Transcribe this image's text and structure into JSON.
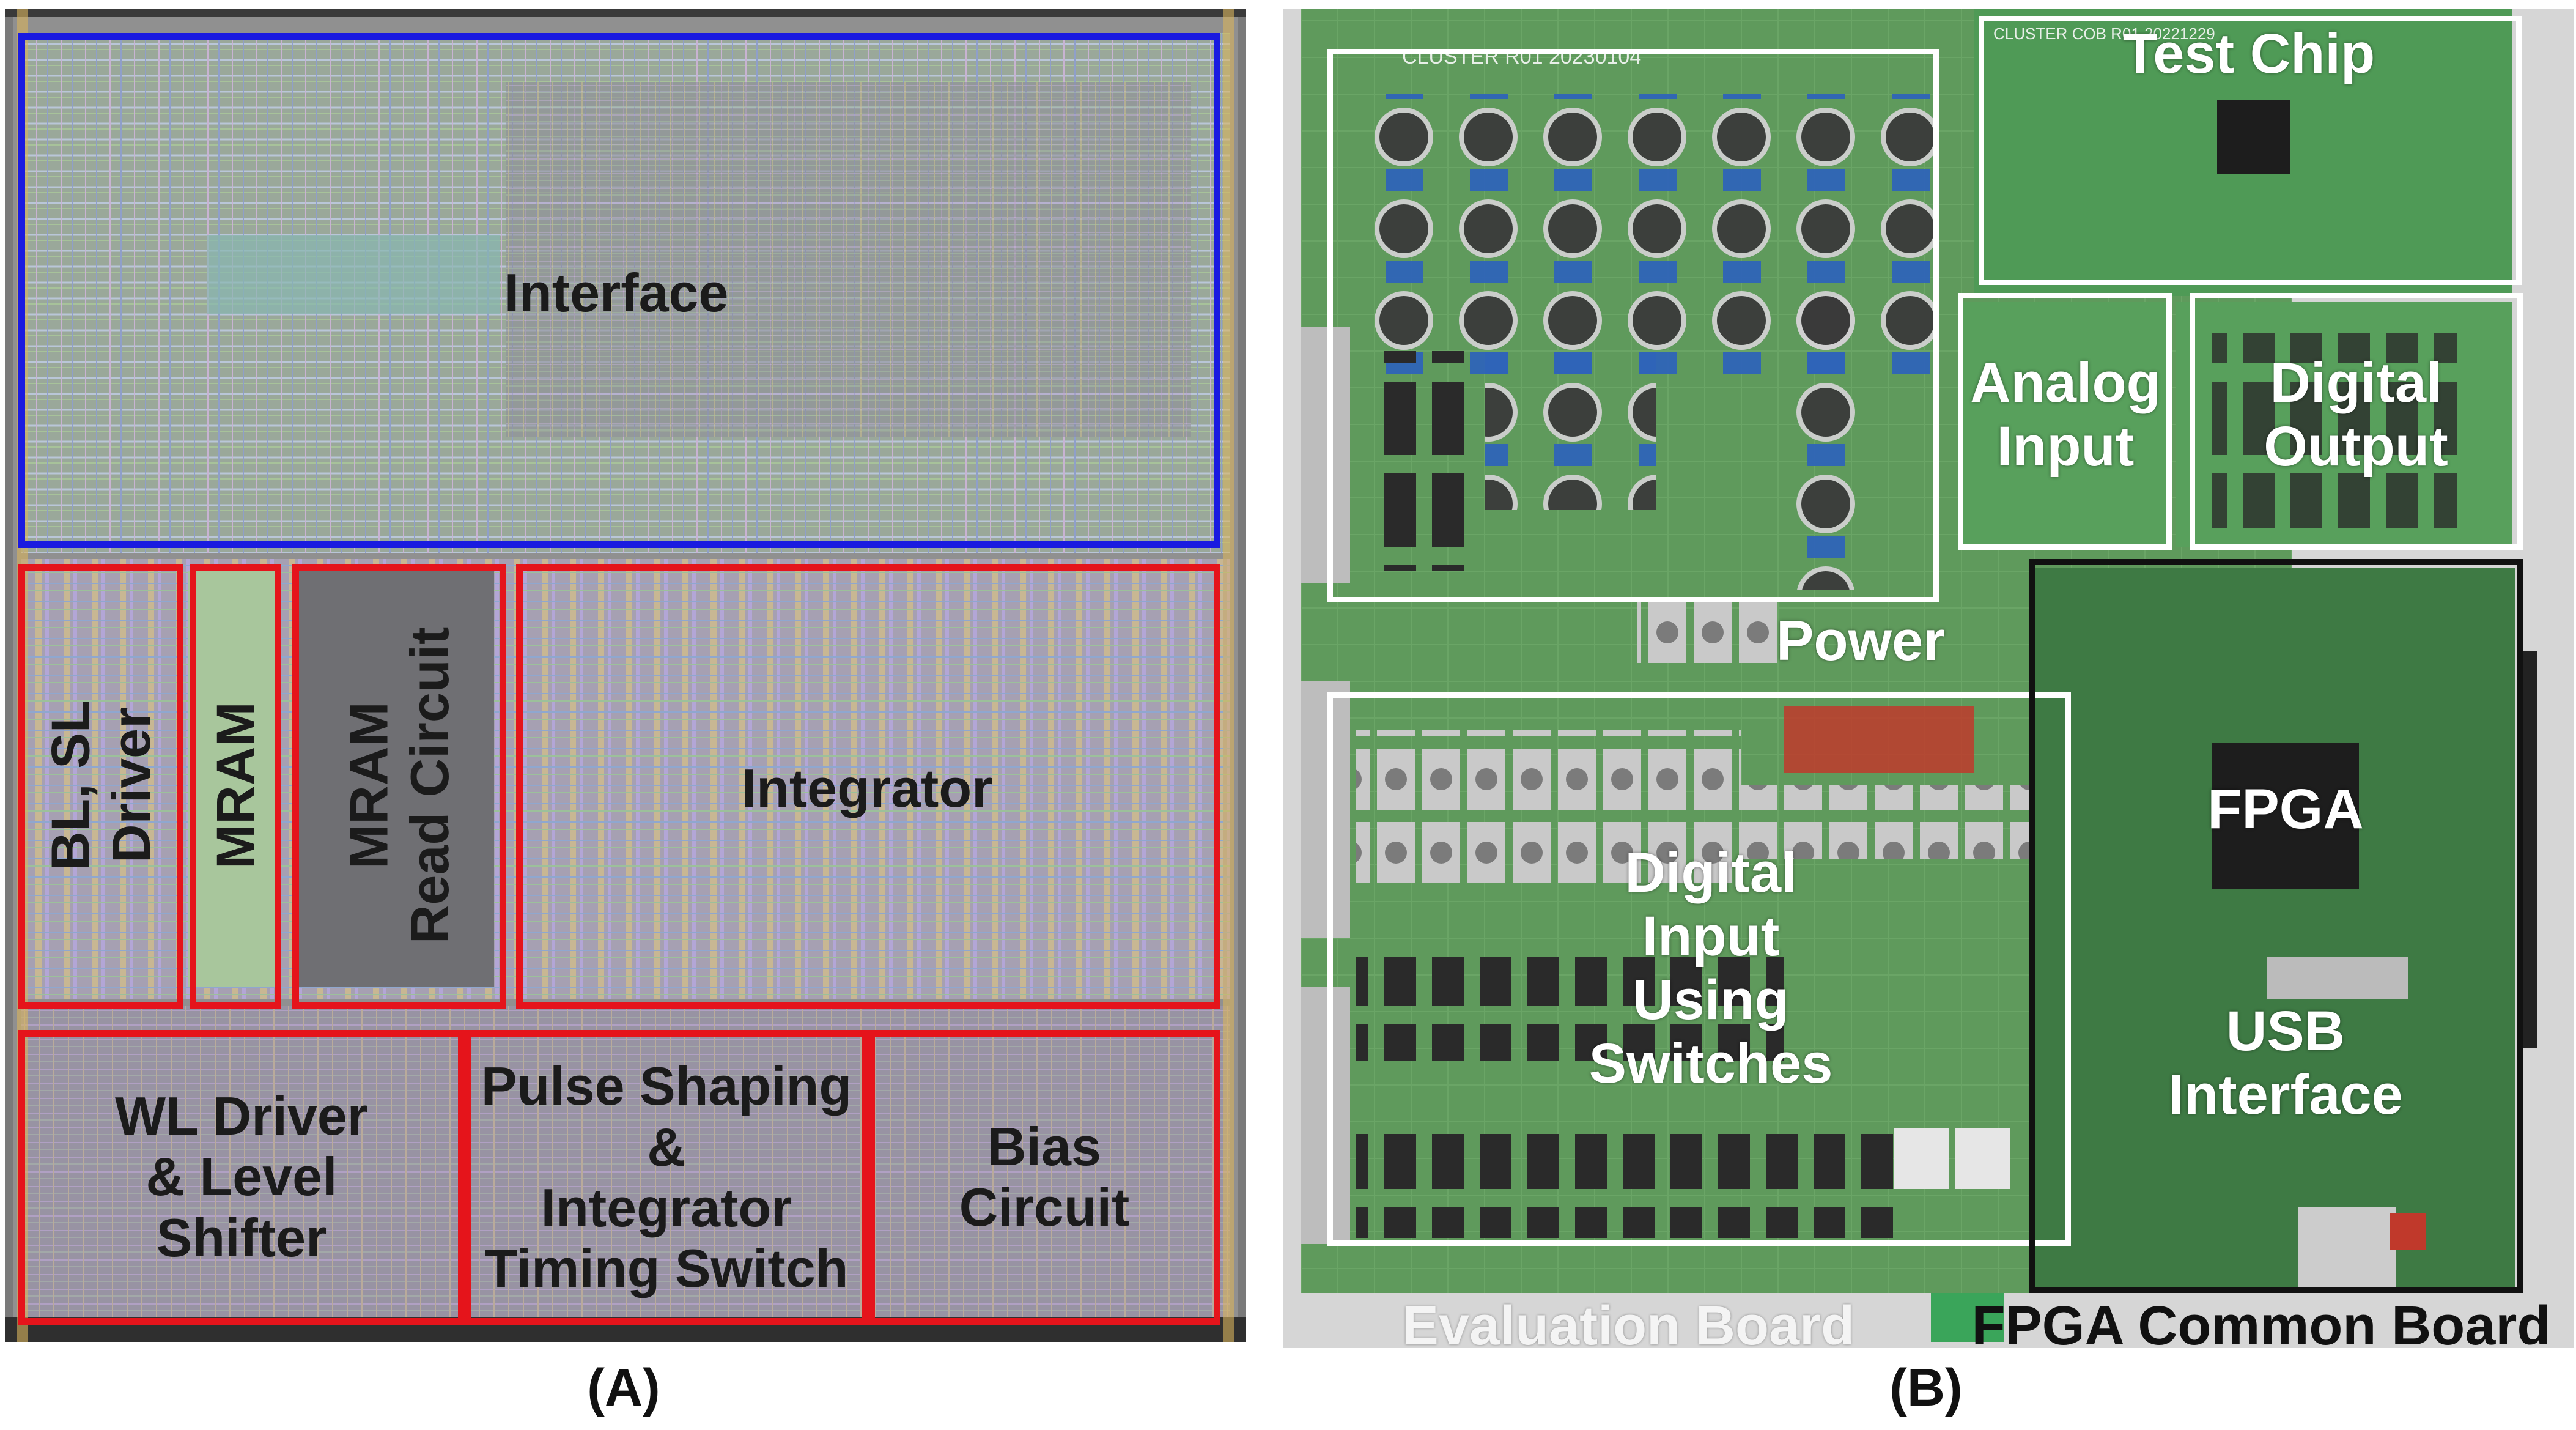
{
  "panel_a": {
    "caption": "(A)",
    "regions": {
      "interface": "Interface",
      "bl_sl_driver": "BL, SL\nDriver",
      "mram": "MRAM",
      "mram_read_circuit": "MRAM\nRead Circuit",
      "integrator": "Integrator",
      "wl_driver": "WL Driver\n& Level\nShifter",
      "pulse_shaping": "Pulse Shaping\n&\nIntegrator\nTiming Switch",
      "bias_circuit": "Bias\nCircuit"
    },
    "colors": {
      "highlight_blue": "#1a1ae0",
      "highlight_red": "#e5141b"
    }
  },
  "panel_b": {
    "caption": "(B)",
    "board_texts": {
      "cluster_label": "CLUSTER R01 20230104",
      "cob_label": "CLUSTER COB R01 20221229"
    },
    "regions": {
      "test_chip": "Test Chip",
      "analog_input": "Analog\nInput",
      "digital_output": "Digital\nOutput",
      "power": "Power",
      "digital_input": "Digital\nInput\nUsing\nSwitches",
      "fpga": "FPGA",
      "usb_interface": "USB\nInterface",
      "evaluation_board": "Evaluation Board",
      "fpga_common_board": "FPGA Common Board"
    },
    "colors": {
      "pcb_green": "#5f9a5c",
      "outline_white": "#ffffff",
      "outline_black": "#111111"
    }
  }
}
